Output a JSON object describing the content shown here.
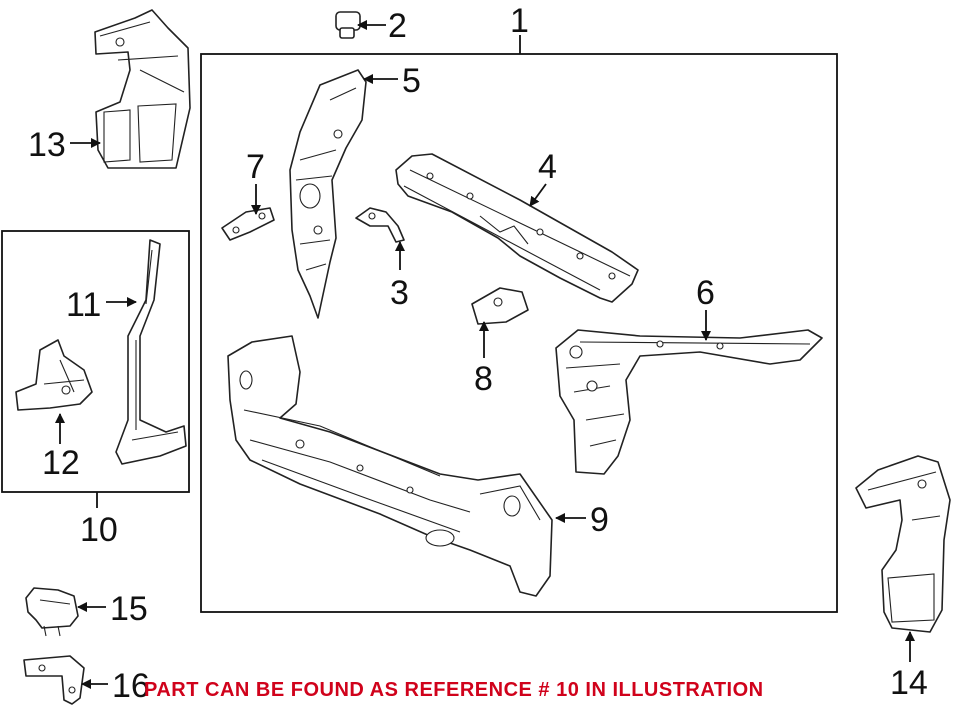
{
  "diagram": {
    "callouts": {
      "c1": "1",
      "c2": "2",
      "c3": "3",
      "c4": "4",
      "c5": "5",
      "c6": "6",
      "c7": "7",
      "c8": "8",
      "c9": "9",
      "c10": "10",
      "c11": "11",
      "c12": "12",
      "c13": "13",
      "c14": "14",
      "c15": "15",
      "c16": "16"
    },
    "notice": "PART CAN BE FOUND AS REFERENCE # 10 IN ILLUSTRATION",
    "notice_color": "#d0021b",
    "line_color": "#222222"
  }
}
